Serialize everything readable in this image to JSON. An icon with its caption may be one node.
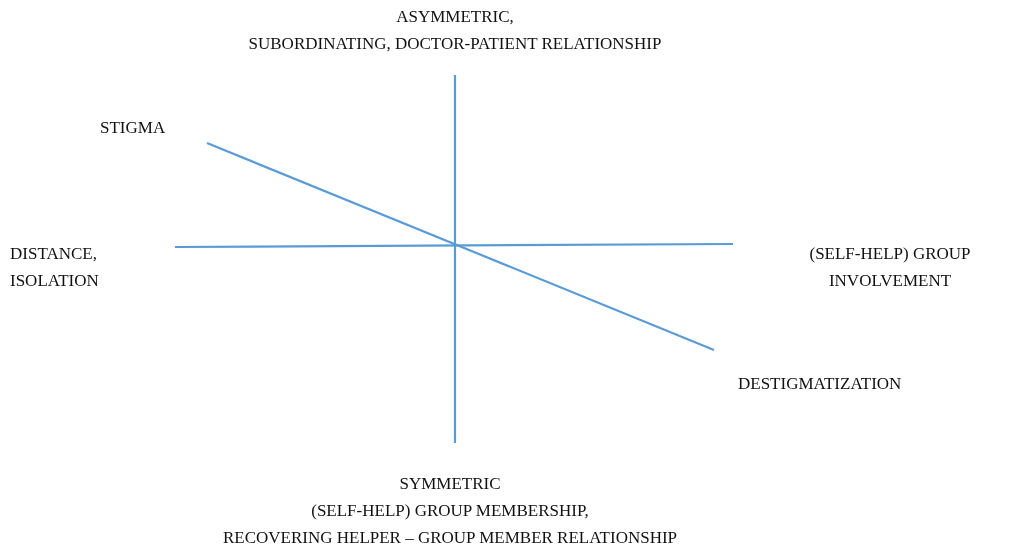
{
  "diagram": {
    "nodes": [
      {
        "text": [
          "ASYMMETRIC, SUBORDINATING, DOCTOR-PATIENT RELATIONSHIP"
        ]
      },
      {
        "text": [
          "STIGMA"
        ]
      },
      {
        "text": [
          "DISTANCE, ISOLATION"
        ]
      },
      {
        "text": [
          "(SELF-HELP) GROUP INVOLVEMENT"
        ]
      },
      {
        "text": [
          "DESTIGMATIZATION"
        ]
      },
      {
        "text": [
          "SYMMETRIC (SELF-HELP) GROUP MEMBERSHIP, RECOVERING HELPER – GROUP MEMBER RELATIONSHIP"
        ]
      }
    ],
    "edges": [
      {
        "from": 0,
        "to": 5,
        "arrow": "none"
      },
      {
        "from": 2,
        "to": 3,
        "arrow": "none"
      },
      {
        "from": 1,
        "to": 4,
        "arrow": "none"
      }
    ]
  }
}
